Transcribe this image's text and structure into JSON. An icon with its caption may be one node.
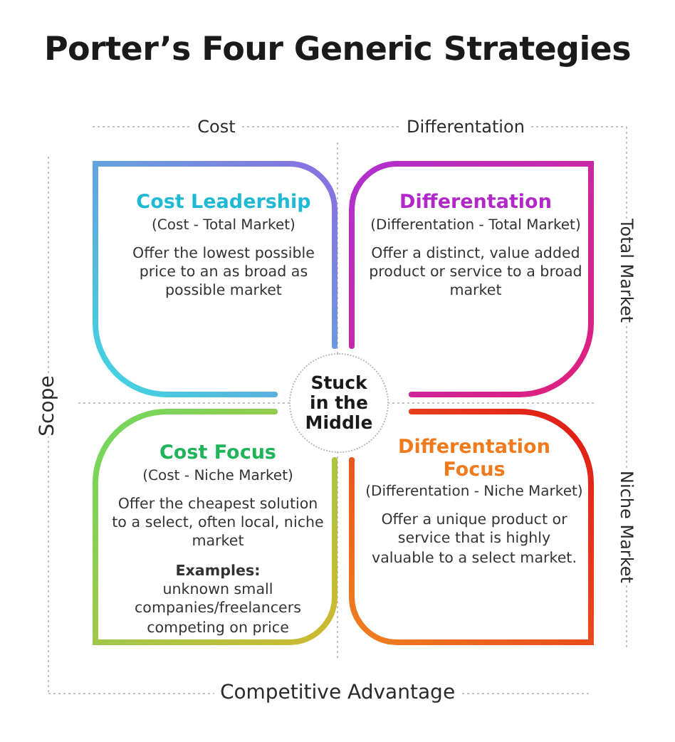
{
  "diagram": {
    "title": "Porter’s Four Generic Strategies",
    "nodes": [
      {
        "text": [
          "Cost Leadership",
          "(Cost - Total Market)",
          "Offer the lowest possible price to an as broad as possible market"
        ]
      },
      {
        "text": [
          "Differentation",
          "(Differentation - Total Market)",
          "Offer a distinct, value added product or service to a broad market"
        ]
      },
      {
        "text": [
          "Cost Focus",
          "(Cost - Niche Market)",
          "Offer the cheapest solution to a select, often local, niche market",
          "Examples:",
          "unknown small companies/freelancers competing on price"
        ]
      },
      {
        "text": [
          "Differentation Focus",
          "(Differentation - Niche Market)",
          "Offer a unique product or service that is highly valuable to a select market."
        ]
      },
      {
        "text": [
          "Stuck in the Middle"
        ]
      }
    ],
    "edges": [],
    "labels": [
      "Cost",
      "Differentation",
      "Total Market",
      "Scope",
      "Niche Market",
      "Competitive Advantage"
    ]
  }
}
